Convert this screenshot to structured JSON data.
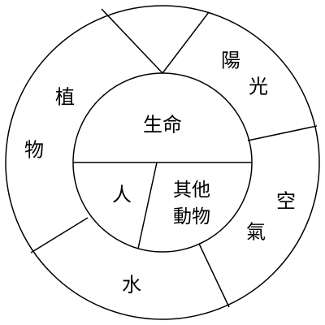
{
  "inner_circle": {
    "top": "生命",
    "bottom_left": "人",
    "bottom_right_line1": "其他",
    "bottom_right_line2": "動物"
  },
  "outer_ring": {
    "sun_line1": "陽",
    "sun_line2": "光",
    "air_line1": "空",
    "air_line2": "氣",
    "water": "水",
    "plant_line1": "植",
    "plant_line2": "物"
  },
  "colors": {
    "stroke": "#000000",
    "background": "#ffffff"
  }
}
